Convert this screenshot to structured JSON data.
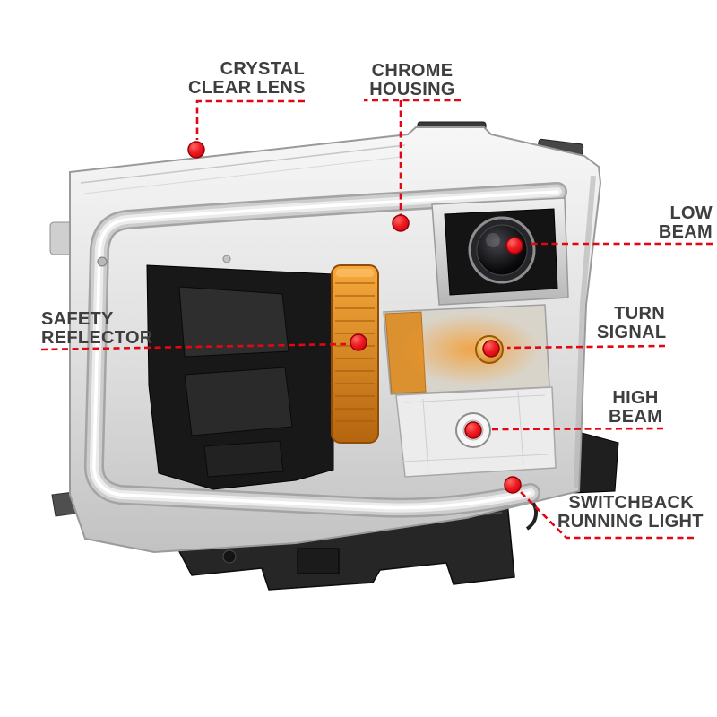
{
  "style": {
    "background": "#ffffff",
    "accent_red": "#e30613",
    "label_color": "#3e3e3e"
  },
  "illustration": {
    "name": "truck-headlight-assembly"
  },
  "callouts": [
    {
      "id": "crystal-clear-lens",
      "lines": [
        "CRYSTAL",
        "CLEAR LENS"
      ]
    },
    {
      "id": "chrome-housing",
      "lines": [
        "CHROME",
        "HOUSING"
      ]
    },
    {
      "id": "low-beam",
      "lines": [
        "LOW",
        "BEAM"
      ]
    },
    {
      "id": "turn-signal",
      "lines": [
        "TURN",
        "SIGNAL"
      ]
    },
    {
      "id": "safety-reflector",
      "lines": [
        "SAFETY",
        "REFLECTOR"
      ]
    },
    {
      "id": "high-beam",
      "lines": [
        "HIGH",
        "BEAM"
      ]
    },
    {
      "id": "switchback-running-light",
      "lines": [
        "SWITCHBACK",
        "RUNNING LIGHT"
      ]
    }
  ]
}
